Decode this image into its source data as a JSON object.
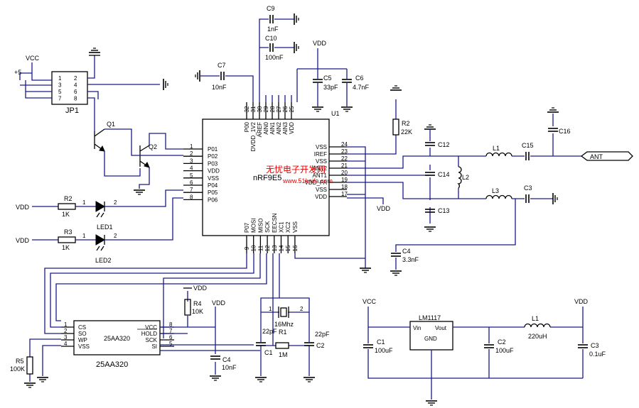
{
  "watermark": {
    "title": "无忧电子开发网",
    "url": "www.51kaifa.com"
  },
  "supply_labels": {
    "vcc": "VCC",
    "vdd": "VDD",
    "plus5": "+5",
    "ant": "ANT"
  },
  "jp1": {
    "ref": "JP1",
    "pins_left": [
      "1",
      "3",
      "5",
      "7"
    ],
    "pins_right": [
      "2",
      "4",
      "6",
      "8"
    ]
  },
  "transistors": {
    "q1": "Q1",
    "q2": "Q2"
  },
  "u1": {
    "ref": "U1",
    "name": "nRF9E5",
    "left_pin_numbers": [
      "1",
      "2",
      "3",
      "4",
      "5",
      "6",
      "7",
      "8"
    ],
    "left_pin_names": [
      "P01",
      "P02",
      "P03",
      "VDD",
      "VSS",
      "P04",
      "P05",
      "P06"
    ],
    "right_pin_numbers": [
      "24",
      "23",
      "22",
      "21",
      "20",
      "19",
      "18",
      "17"
    ],
    "right_pin_names": [
      "VSS",
      "IREF",
      "VSS",
      "ANT2",
      "ANT1",
      "VDD_PA",
      "VSS",
      "VDD"
    ],
    "top_pin_numbers": [
      "32",
      "31",
      "30",
      "29",
      "28",
      "27",
      "26",
      "25"
    ],
    "top_pin_names": [
      "P00",
      "DVDD_1V2",
      "AREF",
      "AIN0",
      "AIN1",
      "AIN2",
      "AIN3",
      "VDD"
    ],
    "bottom_pin_numbers": [
      "9",
      "10",
      "11",
      "12",
      "13",
      "14",
      "15",
      "16"
    ],
    "bottom_pin_names": [
      "P07",
      "MOSI",
      "MISO",
      "SCK",
      "EECSN",
      "XC1",
      "XC2",
      "VSS"
    ]
  },
  "resistors": {
    "r1": {
      "ref": "R1",
      "value": "1M"
    },
    "r2_led": {
      "ref": "R2",
      "value": "1K"
    },
    "r2_iref": {
      "ref": "R2",
      "value": "22K"
    },
    "r3": {
      "ref": "R3",
      "value": "1K"
    },
    "r4": {
      "ref": "R4",
      "value": "10K"
    },
    "r5": {
      "ref": "R5",
      "value": "100K"
    }
  },
  "leds": {
    "led1": {
      "ref": "LED1",
      "pin1": "1",
      "pin2": "2"
    },
    "led2": {
      "ref": "LED2",
      "pin1": "1",
      "pin2": "2"
    }
  },
  "capacitors": {
    "c9": {
      "ref": "C9",
      "value": "1nF"
    },
    "c10": {
      "ref": "C10",
      "value": "100nF"
    },
    "c7": {
      "ref": "C7",
      "value": "10nF"
    },
    "c5": {
      "ref": "C5",
      "value": "33pF"
    },
    "c6": {
      "ref": "C6",
      "value": "4.7nF"
    },
    "c12": {
      "ref": "C12"
    },
    "c14": {
      "ref": "C14"
    },
    "c13": {
      "ref": "C13"
    },
    "c15": {
      "ref": "C15"
    },
    "c16": {
      "ref": "C16"
    },
    "c3_rf": {
      "ref": "C3"
    },
    "c4_u1": {
      "ref": "C4",
      "value": "3.3nF"
    },
    "c4_mem": {
      "ref": "C4",
      "value": "10nF"
    },
    "c1_xtal": {
      "ref": "C1",
      "value": "22pF"
    },
    "c2_xtal": {
      "ref": "C2",
      "value": "22pF"
    },
    "c1_reg": {
      "ref": "C1",
      "value": "100uF"
    },
    "c2_reg": {
      "ref": "C2",
      "value": "100uF"
    },
    "c3_reg": {
      "ref": "C3",
      "value": "0.1uF"
    }
  },
  "inductors": {
    "l1_rf": {
      "ref": "L1"
    },
    "l2": {
      "ref": "L2"
    },
    "l3": {
      "ref": "L3"
    },
    "l1_reg": {
      "ref": "L1",
      "value": "220uH"
    }
  },
  "crystal": {
    "value": "16Mhz",
    "pin1": "1",
    "pin2": "2"
  },
  "eeprom": {
    "ref": "25AA320",
    "name": "25AA320",
    "left_pin_numbers": [
      "1",
      "2",
      "3",
      "4"
    ],
    "left_pin_names": [
      "CS",
      "SO",
      "WP",
      "VSS"
    ],
    "right_pin_numbers": [
      "8",
      "7",
      "6",
      "5"
    ],
    "right_pin_names": [
      "VCC",
      "HOLD",
      "SCK",
      "SI"
    ]
  },
  "regulator": {
    "ref": "LM1117",
    "vin": "Vin",
    "vout": "Vout",
    "gnd": "GND"
  }
}
